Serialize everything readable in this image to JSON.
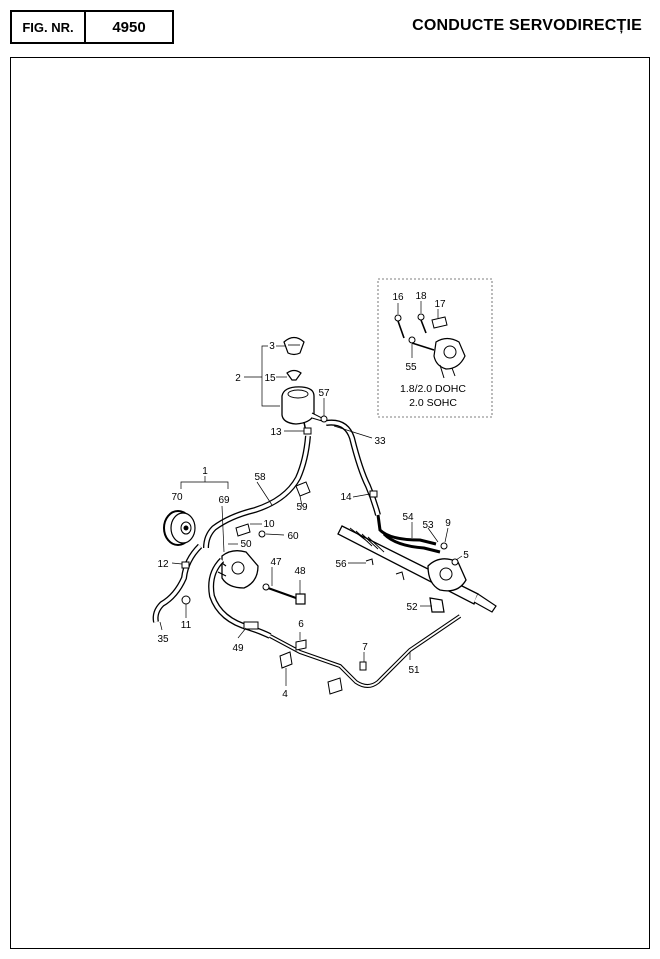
{
  "header": {
    "fig_label": "FIG. NR.",
    "fig_number": "4950",
    "title": "CONDUCTE SERVODIRECȚIE"
  },
  "inset": {
    "note_line1": "1.8/2.0 DOHC",
    "note_line2": "2.0 SOHC"
  },
  "callouts": {
    "c1": "1",
    "c2": "2",
    "c3": "3",
    "c4": "4",
    "c5": "5",
    "c6": "6",
    "c7": "7",
    "c9": "9",
    "c10": "10",
    "c11": "11",
    "c12": "12",
    "c13": "13",
    "c14": "14",
    "c15": "15",
    "c16": "16",
    "c17": "17",
    "c18": "18",
    "c33": "33",
    "c35": "35",
    "c47": "47",
    "c48": "48",
    "c49": "49",
    "c50": "50",
    "c51": "51",
    "c52": "52",
    "c53": "53",
    "c54": "54",
    "c55": "55",
    "c56": "56",
    "c57": "57",
    "c58": "58",
    "c59": "59",
    "c60": "60",
    "c69": "69",
    "c70": "70"
  }
}
